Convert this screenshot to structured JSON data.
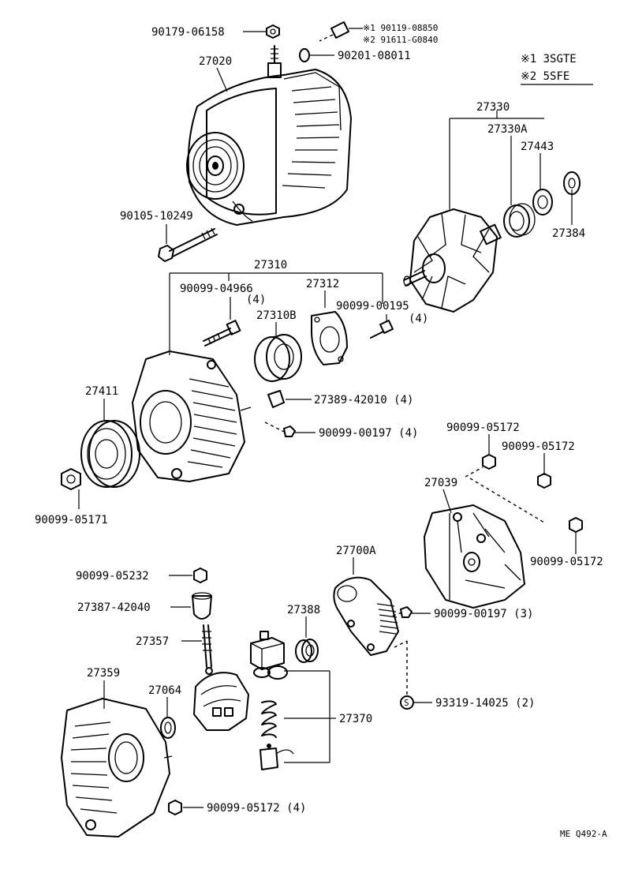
{
  "legend": {
    "line1": "※1 3SGTE",
    "line2": "※2 5SFE"
  },
  "labels": {
    "p90179_06158": "90179-06158",
    "p90119_08850": "※1 90119-08850",
    "p91611_g0840": "※2 91611-G0840",
    "p90201_08011": "90201-08011",
    "p27020": "27020",
    "p90105_10249": "90105-10249",
    "p27330": "27330",
    "p27330a": "27330A",
    "p27443": "27443",
    "p27384": "27384",
    "p27310": "27310",
    "p90099_04966": "90099-04966",
    "q4_a": "(4)",
    "p27312": "27312",
    "p90099_00195": "90099-00195",
    "q4_b": "(4)",
    "p27310b": "27310B",
    "p27389_42010": "27389-42010 (4)",
    "p27411": "27411",
    "p90099_00197_4": "90099-00197 (4)",
    "p90099_05171": "90099-05171",
    "p90099_05172_a": "90099-05172",
    "p90099_05172_b": "90099-05172",
    "p27039": "27039",
    "p90099_05172_c": "90099-05172",
    "p27700a": "27700A",
    "p90099_05232": "90099-05232",
    "p27387_42040": "27387-42040",
    "p27388": "27388",
    "p90099_00197_3": "90099-00197 (3)",
    "p27357": "27357",
    "p27359": "27359",
    "p27064": "27064",
    "p27370": "27370",
    "p93319_14025": "93319-14025 (2)",
    "p90099_05172_4": "90099-05172 (4)"
  },
  "footer": {
    "code": "ME  Q492-A"
  }
}
